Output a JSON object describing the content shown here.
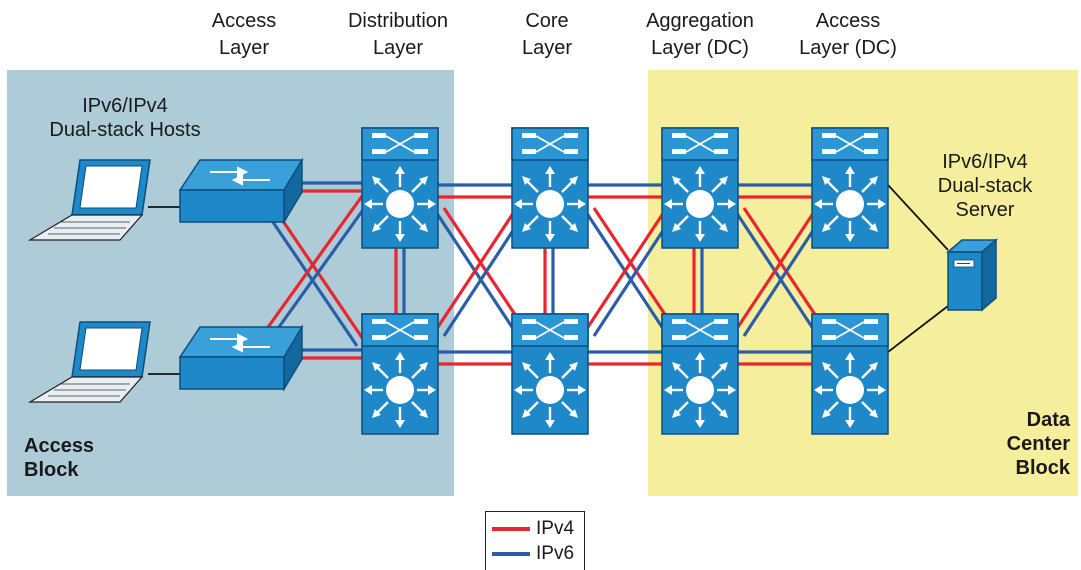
{
  "layers": [
    {
      "id": "access",
      "label": "Access\nLayer"
    },
    {
      "id": "distribution",
      "label": "Distribution\nLayer"
    },
    {
      "id": "core",
      "label": "Core\nLayer"
    },
    {
      "id": "aggregation",
      "label": "Aggregation\nLayer (DC)"
    },
    {
      "id": "access_dc",
      "label": "Access\nLayer (DC)"
    }
  ],
  "hosts_label": "IPv6/IPv4\nDual-stack Hosts",
  "server_label": "IPv6/IPv4\nDual-stack\nServer",
  "access_block_label": "Access\nBlock",
  "dc_block_label": "Data\nCenter\nBlock",
  "legend": [
    {
      "label": "IPv4",
      "color": "#e8262f"
    },
    {
      "label": "IPv6",
      "color": "#2a5ea8"
    }
  ],
  "colors": {
    "access_region": "#aecbd8",
    "dc_region": "#f5ee9c",
    "device_blue": "#1e88c8",
    "ipv4": "#e8262f",
    "ipv6": "#2a5ea8"
  },
  "icons": [
    "laptop-icon",
    "layer2-switch-icon",
    "multilayer-switch-icon",
    "server-icon"
  ]
}
